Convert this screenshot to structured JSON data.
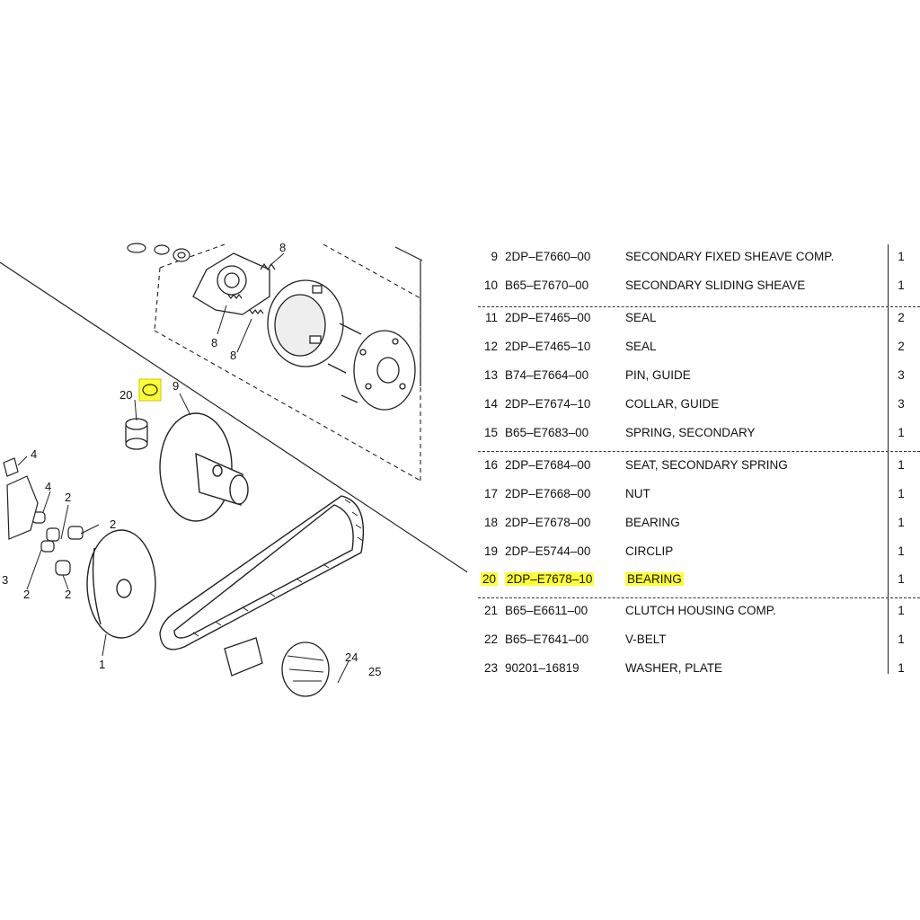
{
  "diagram": {
    "callouts": [
      {
        "id": "c20",
        "text": "20"
      },
      {
        "id": "c9",
        "text": "9"
      },
      {
        "id": "c8a",
        "text": "8"
      },
      {
        "id": "c8b",
        "text": "8"
      },
      {
        "id": "c8c",
        "text": "8"
      },
      {
        "id": "c4a",
        "text": "4"
      },
      {
        "id": "c4b",
        "text": "4"
      },
      {
        "id": "c2a",
        "text": "2"
      },
      {
        "id": "c2b",
        "text": "2"
      },
      {
        "id": "c2c",
        "text": "2"
      },
      {
        "id": "c2d",
        "text": "2"
      },
      {
        "id": "c3",
        "text": "3"
      },
      {
        "id": "c1",
        "text": "1"
      },
      {
        "id": "c24",
        "text": "24"
      },
      {
        "id": "c25",
        "text": "25"
      }
    ],
    "highlight_color": "#ffff33"
  },
  "parts": [
    {
      "ref": "9",
      "part_no": "2DP–E7660–00",
      "desc": "SECONDARY FIXED SHEAVE COMP.",
      "qty": "1",
      "highlight": false
    },
    {
      "ref": "10",
      "part_no": "B65–E7670–00",
      "desc": "SECONDARY SLIDING SHEAVE",
      "qty": "1",
      "highlight": false
    },
    {
      "ref": "11",
      "part_no": "2DP–E7465–00",
      "desc": "SEAL",
      "qty": "2",
      "highlight": false
    },
    {
      "ref": "12",
      "part_no": "2DP–E7465–10",
      "desc": "SEAL",
      "qty": "2",
      "highlight": false
    },
    {
      "ref": "13",
      "part_no": "B74–E7664–00",
      "desc": "PIN, GUIDE",
      "qty": "3",
      "highlight": false
    },
    {
      "ref": "14",
      "part_no": "2DP–E7674–10",
      "desc": "COLLAR, GUIDE",
      "qty": "3",
      "highlight": false
    },
    {
      "ref": "15",
      "part_no": "B65–E7683–00",
      "desc": "SPRING, SECONDARY",
      "qty": "1",
      "highlight": false
    },
    {
      "ref": "16",
      "part_no": "2DP–E7684–00",
      "desc": "SEAT, SECONDARY SPRING",
      "qty": "1",
      "highlight": false
    },
    {
      "ref": "17",
      "part_no": "2DP–E7668–00",
      "desc": "NUT",
      "qty": "1",
      "highlight": false
    },
    {
      "ref": "18",
      "part_no": "2DP–E7678–00",
      "desc": "BEARING",
      "qty": "1",
      "highlight": false
    },
    {
      "ref": "19",
      "part_no": "2DP–E5744–00",
      "desc": "CIRCLIP",
      "qty": "1",
      "highlight": false
    },
    {
      "ref": "20",
      "part_no": "2DP–E7678–10",
      "desc": "BEARING",
      "qty": "1",
      "highlight": true
    },
    {
      "ref": "21",
      "part_no": "B65–E6611–00",
      "desc": "CLUTCH HOUSING COMP.",
      "qty": "1",
      "highlight": false
    },
    {
      "ref": "22",
      "part_no": "B65–E7641–00",
      "desc": "V-BELT",
      "qty": "1",
      "highlight": false
    },
    {
      "ref": "23",
      "part_no": "90201–16819",
      "desc": "WASHER, PLATE",
      "qty": "1",
      "highlight": false
    }
  ]
}
